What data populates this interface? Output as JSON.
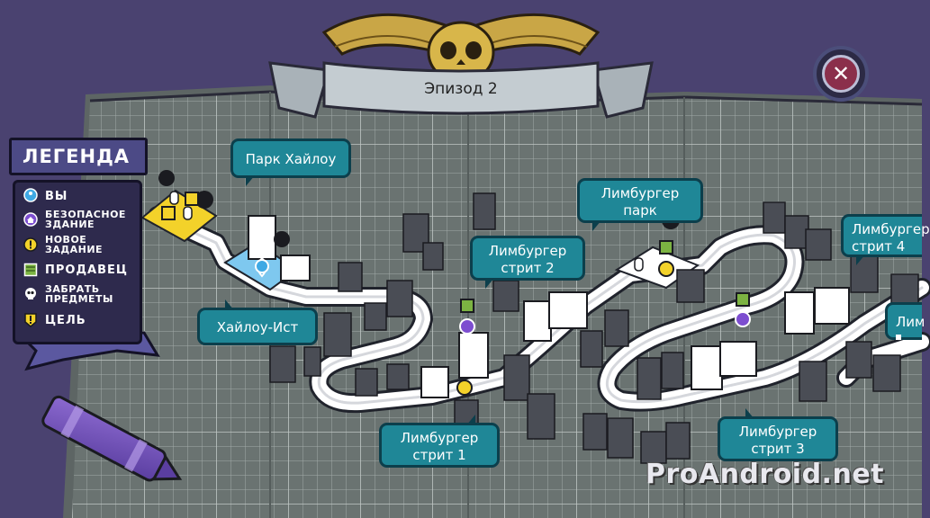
{
  "episode": {
    "title": "Эпизод 2"
  },
  "legend": {
    "title": "ЛЕГЕНДА",
    "items": [
      {
        "icon": "you-marker-icon",
        "label": "ВЫ"
      },
      {
        "icon": "safe-house-icon",
        "label": "БЕЗОПАСНОЕ\nЗДАНИЕ"
      },
      {
        "icon": "new-quest-icon",
        "label": "НОВОЕ\nЗАДАНИЕ"
      },
      {
        "icon": "vendor-icon",
        "label": "ПРОДАВЕЦ"
      },
      {
        "icon": "pickup-items-icon",
        "label": "ЗАБРАТЬ\nПРЕДМЕТЫ"
      },
      {
        "icon": "objective-icon",
        "label": "ЦЕЛЬ"
      }
    ]
  },
  "locations": [
    {
      "id": "park-hailou",
      "label": "Парк Хайлоу"
    },
    {
      "id": "hailou-east",
      "label": "Хайлоу-Ист"
    },
    {
      "id": "limburger-park",
      "label": "Лимбургер\nпарк"
    },
    {
      "id": "limburger-street-2",
      "label": "Лимбургер\nстрит 2"
    },
    {
      "id": "limburger-street-1",
      "label": "Лимбургер\nстрит 1"
    },
    {
      "id": "limburger-street-3",
      "label": "Лимбургер\nстрит 3"
    },
    {
      "id": "limburger-street-4",
      "label": "Лимбургер\nстрит 4"
    },
    {
      "id": "limburger-partial",
      "label": "Лим"
    }
  ],
  "watermark": "ProAndroid.net",
  "close_button": {
    "label": "✕"
  },
  "colors": {
    "background": "#4a4270",
    "map_paper": "#6a7371",
    "grid": "#a3aba9",
    "road": "#ffffff",
    "bubble": "#1f8797",
    "legend": "#2e2a4d",
    "quest_yellow": "#f3d22a",
    "safe_purple": "#7d4ed0",
    "you_blue": "#3fa9e4",
    "vendor_green": "#7cb342",
    "close_red": "#8b2f4b"
  }
}
